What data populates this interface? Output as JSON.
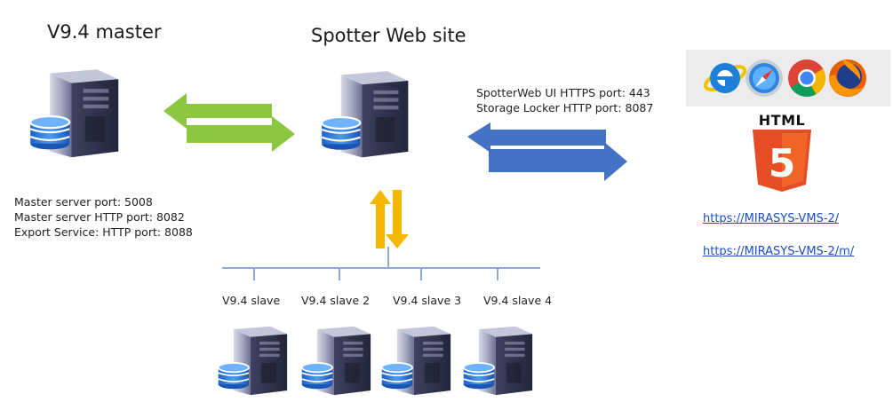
{
  "master": {
    "title": "V9.4 master",
    "info": [
      "Master server port: 5008",
      "Master server HTTP port: 8082",
      "Export Service: HTTP port: 8088"
    ]
  },
  "web": {
    "title": "Spotter Web site",
    "ports": [
      "SpotterWeb UI HTTPS port: 443",
      "Storage Locker HTTP port: 8087"
    ]
  },
  "slaves": [
    {
      "label": "V9.4 slave"
    },
    {
      "label": "V9.4 slave 2"
    },
    {
      "label": "V9.4 slave 3"
    },
    {
      "label": "V9.4 slave 4"
    }
  ],
  "client": {
    "browser_icons": [
      "internet-explorer-icon",
      "safari-icon",
      "chrome-icon",
      "firefox-icon"
    ],
    "html5_text": "HTML",
    "html5_digit": "5",
    "links": [
      "https://MIRASYS-VMS-2/",
      "https://MIRASYS-VMS-2/m/"
    ]
  },
  "colors": {
    "green_arrow": "#8dc63f",
    "blue_arrow": "#4472c4",
    "orange_arrow": "#f5b800",
    "bus_line": "#8fa9d6",
    "html5_orange": "#e44d26",
    "link": "#1a4fc4"
  }
}
